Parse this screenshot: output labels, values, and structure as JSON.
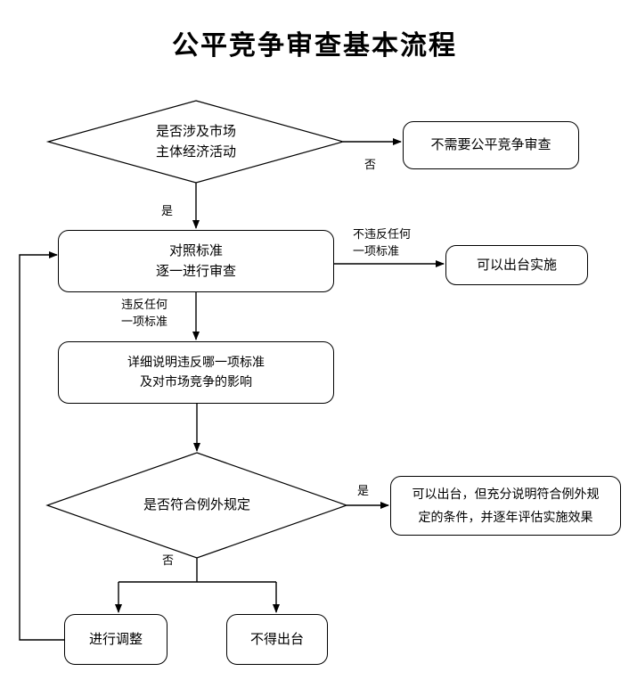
{
  "title": "公平竞争审查基本流程",
  "nodes": {
    "decision1": "是否涉及市场\n主体经济活动",
    "no_review": "不需要公平竞争审查",
    "compare": "对照标准\n逐一进行审查",
    "may_issue": "可以出台实施",
    "explain": "详细说明违反哪一项标准\n及对市场竞争的影响",
    "decision2": "是否符合例外规定",
    "exception_ok": "可以出台，但充分说明符合例外规\n定的条件，并逐年评估实施效果",
    "adjust": "进行调整",
    "forbid": "不得出台"
  },
  "edge_labels": {
    "d1_no": "否",
    "d1_yes": "是",
    "no_violation": "不违反任何\n一项标准",
    "violation": "违反任何\n一项标准",
    "d2_yes": "是",
    "d2_no": "否"
  },
  "colors": {
    "stroke": "#000000",
    "background": "#ffffff",
    "text": "#000000"
  }
}
